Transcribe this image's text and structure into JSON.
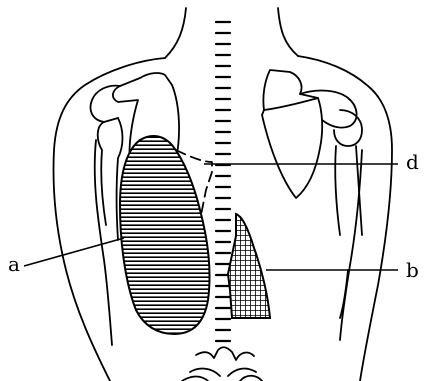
{
  "labels": {
    "a": "a",
    "b": "b",
    "d": "d"
  },
  "colors": {
    "ink": "#000000",
    "background": "#ffffff"
  }
}
